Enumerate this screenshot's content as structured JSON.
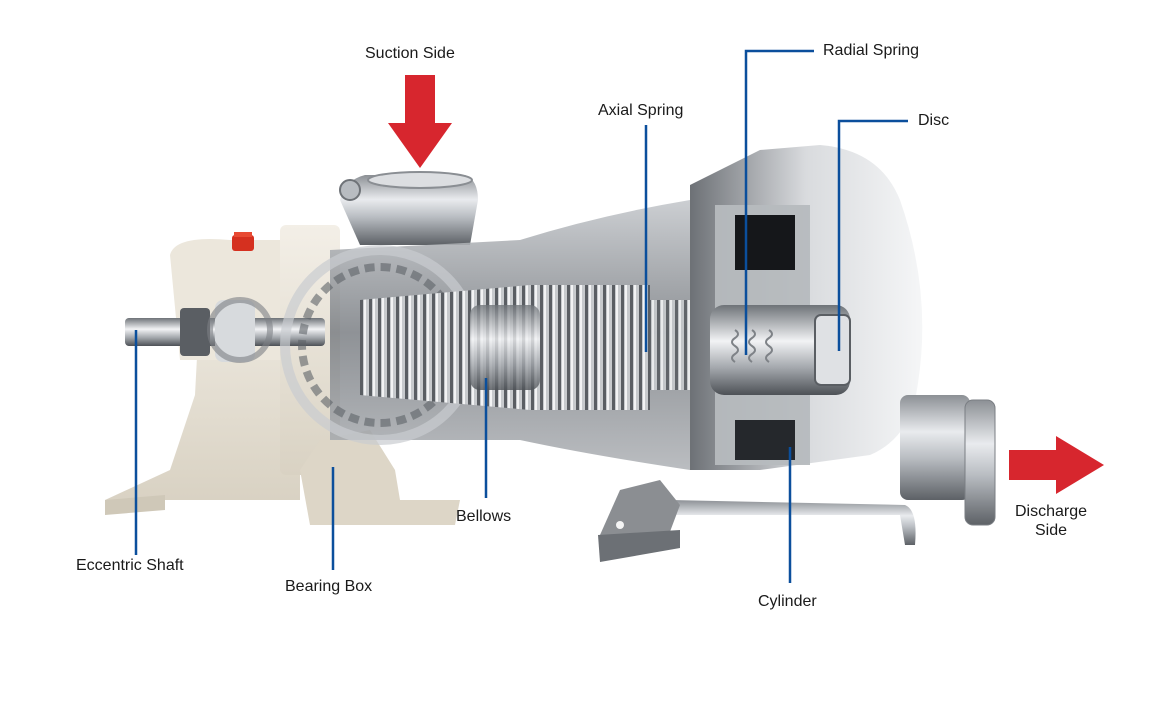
{
  "diagram": {
    "subject": "Pump cutaway",
    "colors": {
      "leader_line": "#0b4f9c",
      "flow_arrow": "#d7262e",
      "housing_cream": "#e8e2d6",
      "metal_light": "#d4d6d9",
      "metal_mid": "#a7abb0",
      "metal_dark": "#55595e",
      "text": "#1a1a1a"
    },
    "flow": {
      "suction": {
        "label": "Suction Side",
        "direction": "down"
      },
      "discharge": {
        "label_line1": "Discharge",
        "label_line2": "Side",
        "direction": "right"
      }
    },
    "callouts": [
      {
        "id": "radial-spring",
        "label": "Radial Spring"
      },
      {
        "id": "axial-spring",
        "label": "Axial Spring"
      },
      {
        "id": "disc",
        "label": "Disc"
      },
      {
        "id": "bellows",
        "label": "Bellows"
      },
      {
        "id": "eccentric-shaft",
        "label": "Eccentric Shaft"
      },
      {
        "id": "bearing-box",
        "label": "Bearing Box"
      },
      {
        "id": "cylinder",
        "label": "Cylinder"
      }
    ]
  }
}
